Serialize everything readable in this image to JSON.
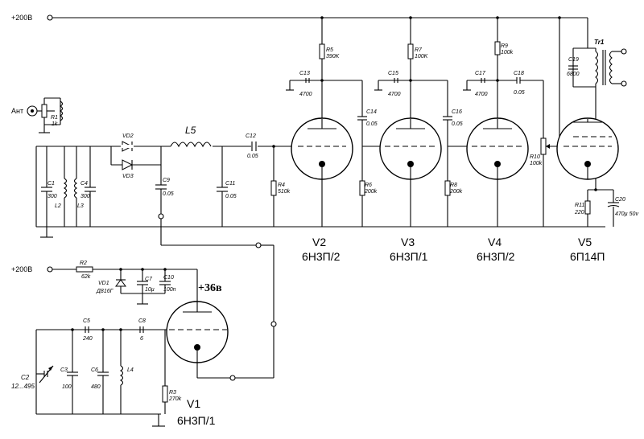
{
  "supply": {
    "top": "+200В",
    "bottom": "+200В",
    "ref": "+36в"
  },
  "antenna": {
    "label": "Ант",
    "r1_name": "R1",
    "r1_value": "1k"
  },
  "input": {
    "c1_name": "C1",
    "c1_value": "300",
    "l2": "L2",
    "l3": "L3",
    "c4_name": "C4",
    "c4_value": "300",
    "vd2": "VD2",
    "vd3": "VD3",
    "l5": "L5",
    "c9_name": "C9",
    "c9_value": "0.05",
    "c11_name": "C11",
    "c11_value": "0.05",
    "c12_name": "C12",
    "c12_value": "0.05"
  },
  "v2": {
    "r4_name": "R4",
    "r4_value": "510k",
    "r5_name": "R5",
    "r5_value": "390K",
    "c13_name": "C13",
    "c13_value": "4700",
    "c14_name": "C14",
    "c14_value": "0.05",
    "r6_name": "R6",
    "r6_value": "200k"
  },
  "v3": {
    "r7_name": "R7",
    "r7_value": "100K",
    "c15_name": "C15",
    "c15_value": "4700",
    "c16_name": "C16",
    "c16_value": "0.05",
    "r8_name": "R8",
    "r8_value": "200k"
  },
  "v4": {
    "r9_name": "R9",
    "r9_value": "100k",
    "c17_name": "C17",
    "c17_value": "4700",
    "c18_name": "C18",
    "c18_value": "0.05",
    "r10_name": "R10",
    "r10_value": "100k"
  },
  "v5": {
    "c19_name": "C19",
    "c19_value": "6800",
    "tr1": "Tr1",
    "r11_name": "R11",
    "r11_value": "220",
    "c20_name": "C20",
    "c20_value": "470µ 50v"
  },
  "osc": {
    "r2_name": "R2",
    "r2_value": "62k",
    "vd1_name": "VD1",
    "vd1_value": "Д816Г",
    "c7_name": "C7",
    "c7_value": "10µ",
    "c10_name": "C10",
    "c10_value": "100n",
    "c5_name": "C5",
    "c5_value": "240",
    "c8_name": "C8",
    "c8_value": "6",
    "c2_name": "C2",
    "c2_value": "12...495",
    "c3_name": "C3",
    "c3_value": "100",
    "c6_name": "C6",
    "c6_value": "480",
    "l4": "L4",
    "r3_name": "R3",
    "r3_value": "270k"
  },
  "tubes": [
    {
      "name": "V2",
      "type": "6Н3П/2"
    },
    {
      "name": "V3",
      "type": "6Н3П/1"
    },
    {
      "name": "V4",
      "type": "6Н3П/2"
    },
    {
      "name": "V5",
      "type": "6П14П"
    },
    {
      "name": "V1",
      "type": "6Н3П/1"
    }
  ]
}
